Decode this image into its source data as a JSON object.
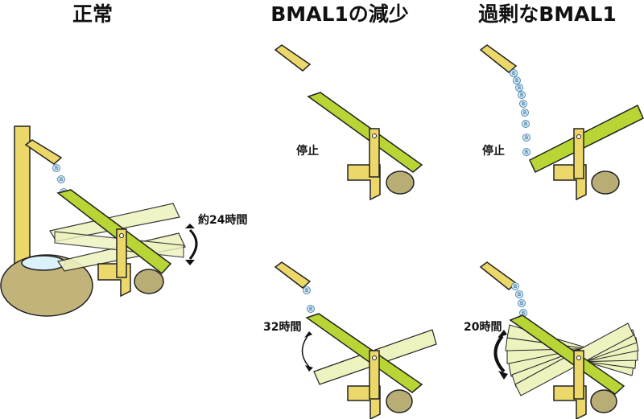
{
  "titles": {
    "normal": "正常",
    "reduced": "BMAL1の減少",
    "excess": "過剰なBMAL1"
  },
  "labels": {
    "period_normal": "約24時間",
    "stopped_reduced": "停止",
    "stopped_excess": "停止",
    "period_reduced": "32時間",
    "period_excess": "20時間"
  },
  "bead_letter": "B",
  "colors": {
    "bamboo_fill": "#b7d534",
    "bamboo_fill_faded": "#eef2bf",
    "bamboo_stroke": "#222222",
    "frame_yellow": "#ecd86a",
    "basin": "#c2b37a",
    "stone": "#b8ad75",
    "water": "#dcf2fb",
    "bead_fill": "#cde8f5",
    "bead_stroke": "#3b77a8"
  }
}
